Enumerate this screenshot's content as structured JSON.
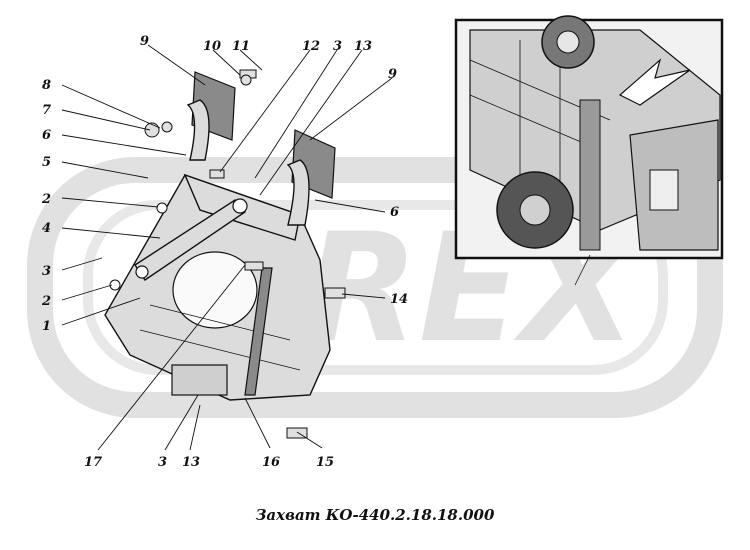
{
  "caption": "Захват КО-440.2.18.18.000",
  "watermark": "REX",
  "callouts": [
    "1",
    "2",
    "2",
    "3",
    "3",
    "4",
    "5",
    "6",
    "6",
    "7",
    "8",
    "9",
    "9",
    "10",
    "11",
    "12",
    "3",
    "13",
    "13",
    "14",
    "15",
    "16",
    "17"
  ],
  "colors": {
    "ink": "#111111",
    "watermark": "#d9d9d9",
    "paper": "#ffffff",
    "shade": "#8a8a8a"
  }
}
